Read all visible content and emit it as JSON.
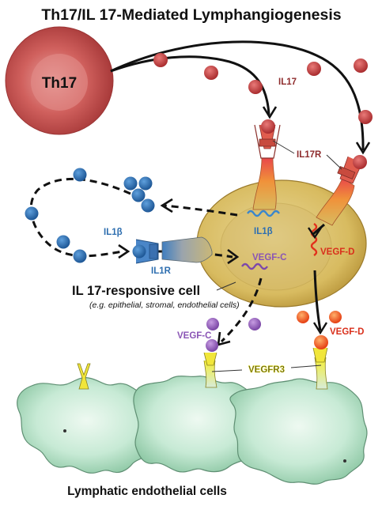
{
  "title": "Th17/IL 17-Mediated  Lymphangiogenesis",
  "th17_label": "Th17",
  "labels": {
    "il17": "IL17",
    "il17r": "IL17R",
    "il1b_ext": "IL1β",
    "il1b_int": "IL1β",
    "il1r": "IL1R",
    "vegfc_int": "VEGF-C",
    "vegfd_int": "VEGF-D",
    "vegfc_ext": "VEGF-C",
    "vegfd_ext": "VEGF-D",
    "vegfr3": "VEGFR3"
  },
  "cell_label": "IL 17-responsive cell",
  "cell_sublabel": "(e.g. epithelial, stromal, endothelial cells)",
  "bottom_label": "Lymphatic endothelial cells",
  "colors": {
    "th17": "#c8484a",
    "il17": "#c0393b",
    "il1b": "#2f6fb0",
    "vegfc": "#9a66c0",
    "vegfd": "#e8401c",
    "cell": "#d9bc63",
    "receptor_orange": "#e07a2e",
    "vegfr3": "#e7e238",
    "lec": "#c7ead5"
  }
}
